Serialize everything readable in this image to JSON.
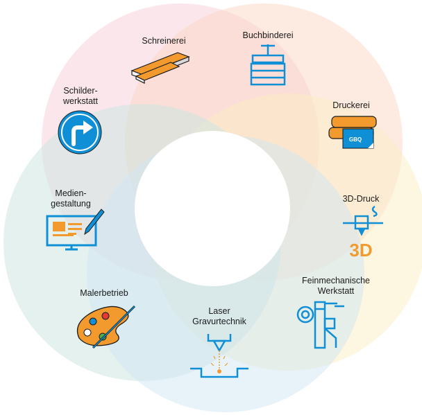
{
  "colors": {
    "blue": "#0f8fd6",
    "orange": "#f29a2e",
    "dark": "#1a1a1a",
    "circle_pink": "#f7c9d3",
    "circle_peach": "#fbd3bf",
    "circle_yellow": "#fbeec3",
    "circle_teal": "#cde6e2",
    "circle_sky": "#cfe6f3"
  },
  "items": {
    "schreinerei": "Schreinerei",
    "buchbinderei": "Buchbinderei",
    "schilderwerkstatt_l1": "Schilder-",
    "schilderwerkstatt_l2": "werkstatt",
    "druckerei": "Druckerei",
    "druck3d": "3D-Druck",
    "mediengestaltung_l1": "Medien-",
    "mediengestaltung_l2": "gestaltung",
    "feinmechanik_l1": "Feinmechanische",
    "feinmechanik_l2": "Werkstatt",
    "malerbetrieb": "Malerbetrieb",
    "laser_l1": "Laser",
    "laser_l2": "Gravurtechnik"
  },
  "icon_text": {
    "gbq": "GBQ",
    "three_d": "3D"
  },
  "icons": [
    "wood-planks-icon",
    "book-press-icon",
    "direction-sign-icon",
    "paper-rolls-icon",
    "3d-printer-icon",
    "monitor-pen-icon",
    "caliper-icon",
    "paint-palette-icon",
    "laser-engraver-icon"
  ]
}
